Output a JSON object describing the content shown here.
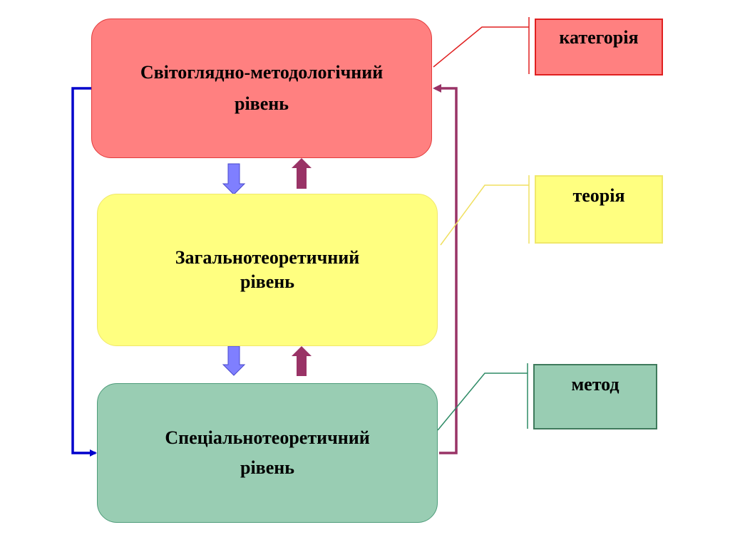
{
  "levels": {
    "worldview": {
      "line1": "Світоглядно-методологічний",
      "line2": "рівень"
    },
    "general_theoretical": {
      "line1": "Загальнотеоретичний",
      "line2": "рівень"
    },
    "special_theoretical": {
      "line1": "Спеціальнотеоретичний",
      "line2": "рівень"
    }
  },
  "tags": {
    "category": "категорія",
    "theory": "теорія",
    "method": "метод"
  },
  "colors": {
    "worldview_fill": "#ff8080",
    "general_fill": "#ffff80",
    "special_fill": "#99cdb3",
    "down_arrow": "#7f7fff",
    "up_arrow": "#993366",
    "left_loop": "#0000cc",
    "right_loop": "#993366"
  }
}
